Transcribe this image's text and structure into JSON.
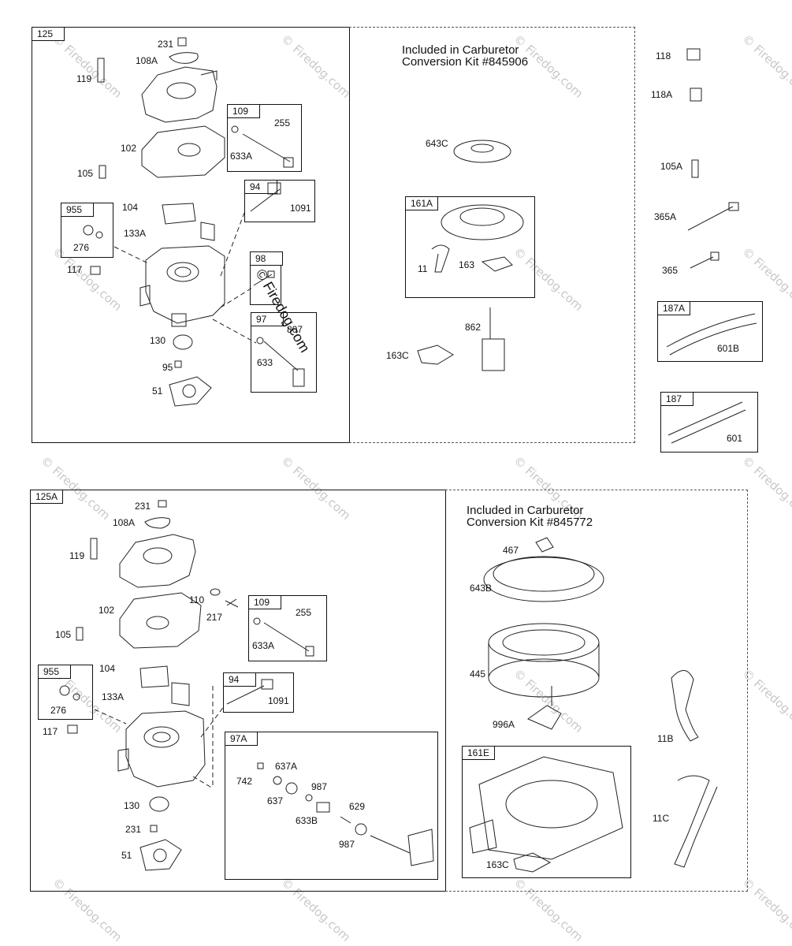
{
  "watermark_text": "© Firedog.com",
  "brand": "© Firedog.com",
  "top": {
    "assembly_tag": "125",
    "kit_line1": "Included in Carburetor",
    "kit_line2": "Conversion Kit #845906",
    "boxes": {
      "b109": "109",
      "b94": "94",
      "b98": "98",
      "b97": "97",
      "b955": "955",
      "b161a": "161A",
      "b187a": "187A",
      "b187": "187"
    },
    "labels": {
      "l231": "231",
      "l108a": "108A",
      "l119": "119",
      "l255": "255",
      "l633a": "633A",
      "l102": "102",
      "l105": "105",
      "l104": "104",
      "l1091": "1091",
      "l133a": "133A",
      "l276": "276",
      "l117": "117",
      "l807": "807",
      "l633": "633",
      "l130": "130",
      "l95": "95",
      "l51": "51",
      "l643c": "643C",
      "l11": "11",
      "l163": "163",
      "l862": "862",
      "l163c": "163C",
      "l118": "118",
      "l118a": "118A",
      "l105a": "105A",
      "l365a": "365A",
      "l365": "365",
      "l601b": "601B",
      "l601": "601"
    }
  },
  "bottom": {
    "assembly_tag": "125A",
    "kit_line1": "Included in Carburetor",
    "kit_line2": "Conversion Kit #845772",
    "boxes": {
      "b109": "109",
      "b94": "94",
      "b97a": "97A",
      "b955": "955",
      "b161e": "161E"
    },
    "labels": {
      "l231": "231",
      "l108a": "108A",
      "l119": "119",
      "l110": "110",
      "l217": "217",
      "l255": "255",
      "l633a": "633A",
      "l102": "102",
      "l105": "105",
      "l104": "104",
      "l133a": "133A",
      "l1091": "1091",
      "l276": "276",
      "l117": "117",
      "l742": "742",
      "l637a": "637A",
      "l637": "637",
      "l987a": "987",
      "l629": "629",
      "l633b": "633B",
      "l987b": "987",
      "l130": "130",
      "l231b": "231",
      "l51": "51",
      "l467": "467",
      "l643b": "643B",
      "l445": "445",
      "l996a": "996A",
      "l11b": "11B",
      "l11c": "11C",
      "l163c": "163C"
    }
  }
}
